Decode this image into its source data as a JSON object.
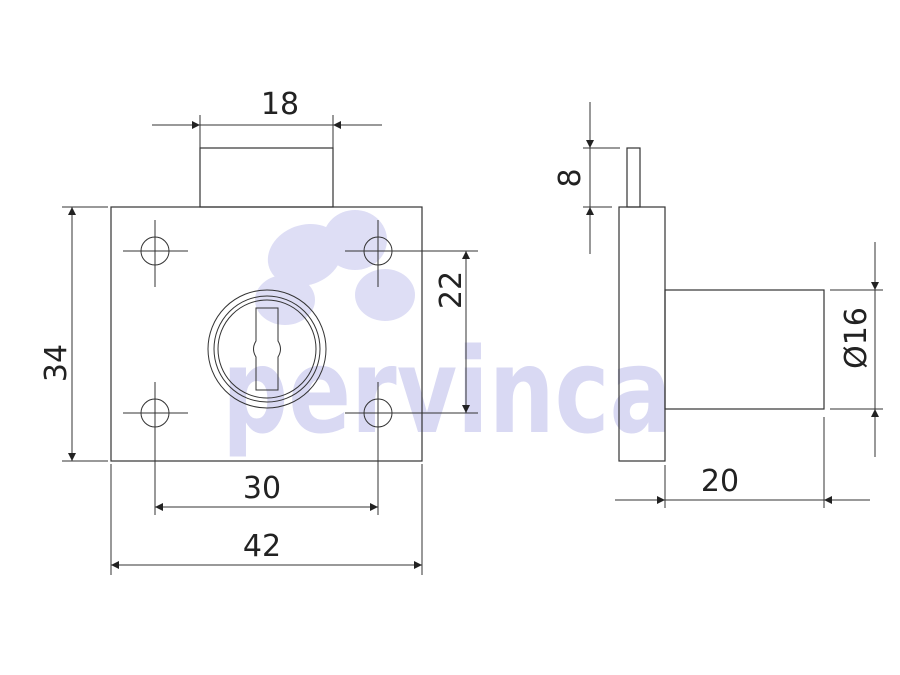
{
  "watermark": {
    "text": "pervinca",
    "color": "#d9d9f3"
  },
  "front_view": {
    "dimensions": {
      "bolt_width": "18",
      "height": "34",
      "hole_vertical_spacing": "22",
      "hole_horizontal_spacing": "30",
      "width": "42"
    }
  },
  "side_view": {
    "dimensions": {
      "pin_height": "8",
      "cylinder_diameter": "Ø16",
      "cylinder_length": "20"
    }
  },
  "colors": {
    "line": "#333333"
  }
}
